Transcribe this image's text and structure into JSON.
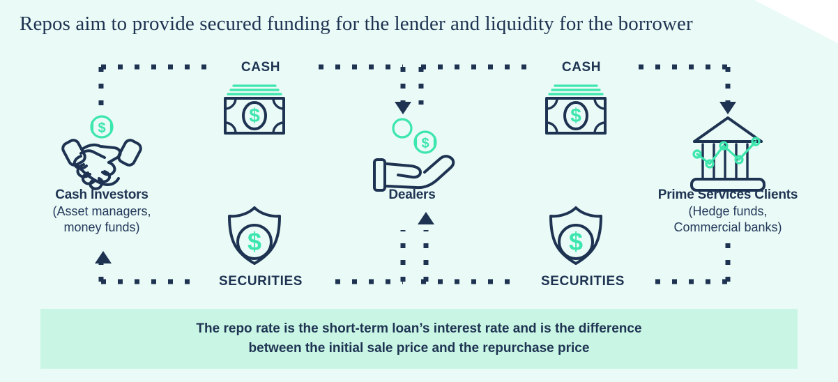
{
  "title": "Repos aim to provide secured funding for the lender and liquidity for the borrower",
  "colors": {
    "background": "#eafaf6",
    "navy": "#1e3352",
    "green": "#3ce6ad",
    "banner_bg": "#c9f6e4",
    "notch": "#ffffff"
  },
  "nodes": {
    "cash_investors": {
      "name": "Cash Investors",
      "sub_line1": "(Asset managers,",
      "sub_line2": "money funds)",
      "icon": "handshake-icon"
    },
    "dealers": {
      "name": "Dealers",
      "sub_line1": "",
      "sub_line2": "",
      "icon": "open-hand-coin-icon"
    },
    "prime_services": {
      "name": "Prime Services Clients",
      "sub_line1": "(Hedge funds,",
      "sub_line2": "Commercial banks)",
      "icon": "bank-chart-icon"
    }
  },
  "flows": {
    "cash_left": "CASH",
    "cash_right": "CASH",
    "securities_left": "SECURITIES",
    "securities_right": "SECURITIES"
  },
  "icons": {
    "banknote_left": "banknote-icon",
    "banknote_right": "banknote-icon",
    "shield_left": "shield-dollar-icon",
    "shield_right": "shield-dollar-icon"
  },
  "banner": {
    "line1": "The repo rate is the short-term loan’s interest rate and is the difference",
    "line2": "between the initial sale price and the repurchase price"
  }
}
